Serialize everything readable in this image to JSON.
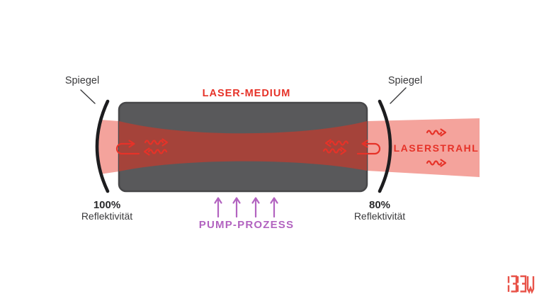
{
  "labels": {
    "spiegel_left": "Spiegel",
    "spiegel_right": "Spiegel",
    "laser_medium": "LASER-MEDIUM",
    "laserstrahl": "LASERSTRAHL",
    "pump_prozess": "PUMP-PROZESS",
    "refl_left_pct": "100%",
    "refl_left_label": "Reflektivität",
    "refl_right_pct": "80%",
    "refl_right_label": "Reflektivität",
    "logo_text": "bbw"
  },
  "colors": {
    "background": "#ffffff",
    "red": "#e63228",
    "beam_pink": "#f4a39c",
    "beam_core": "#a5433a",
    "medium_gray": "#59595b",
    "medium_border": "#48484a",
    "mirror_black": "#1d1d1f",
    "purple": "#b263c0",
    "text_dark": "#3a3a3c",
    "heading_dark": "#2a2a2c",
    "logo_red": "#e85349"
  }
}
